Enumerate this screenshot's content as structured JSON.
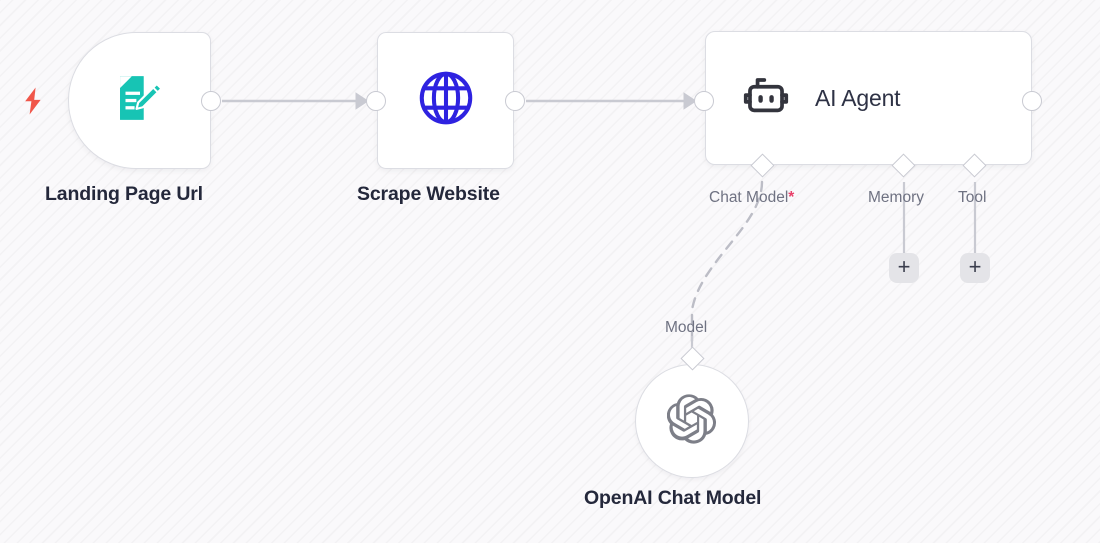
{
  "canvas": {
    "background_color": "#faf9fb",
    "pattern": "diagonal-stripes"
  },
  "nodes": [
    {
      "id": "landing-page-url",
      "label": "Landing Page Url",
      "type": "trigger",
      "icon": "form-edit-icon",
      "icon_color": "#17c4b4",
      "has_trigger_bolt": true,
      "bolt_color": "#f0564a"
    },
    {
      "id": "scrape-website",
      "label": "Scrape Website",
      "type": "action",
      "icon": "globe-icon",
      "icon_color": "#2e22e0"
    },
    {
      "id": "ai-agent",
      "label": "AI Agent",
      "type": "agent",
      "icon": "robot-icon",
      "icon_color": "#33343d"
    },
    {
      "id": "openai-chat-model",
      "label": "OpenAI Chat Model",
      "type": "sub-node",
      "icon": "openai-logo-icon",
      "icon_color": "#7d7f88"
    }
  ],
  "sub_ports": [
    {
      "id": "chat-model",
      "label": "Chat Model",
      "required": true,
      "required_marker": "*",
      "has_add_button": false,
      "connected": true
    },
    {
      "id": "memory",
      "label": "Memory",
      "required": false,
      "required_marker": "",
      "has_add_button": true,
      "connected": false
    },
    {
      "id": "tool",
      "label": "Tool",
      "required": false,
      "required_marker": "",
      "has_add_button": true,
      "connected": false
    }
  ],
  "model_port": {
    "id": "model",
    "label": "Model"
  },
  "buttons": {
    "add_memory_label": "+",
    "add_tool_label": "+"
  },
  "connections": [
    {
      "from": "landing-page-url",
      "to": "scrape-website",
      "style": "solid",
      "arrow": true
    },
    {
      "from": "scrape-website",
      "to": "ai-agent",
      "style": "solid",
      "arrow": true
    },
    {
      "from": "openai-chat-model",
      "to": "ai-agent",
      "style": "dashed",
      "arrow": false,
      "port": "chat-model"
    }
  ],
  "colors": {
    "node_border": "#dcdde3",
    "edge": "#c9cad2",
    "label_text": "#24283b",
    "port_text": "#6f7282",
    "required_marker": "#e8416a",
    "plus_button_bg": "#e4e4e8"
  }
}
